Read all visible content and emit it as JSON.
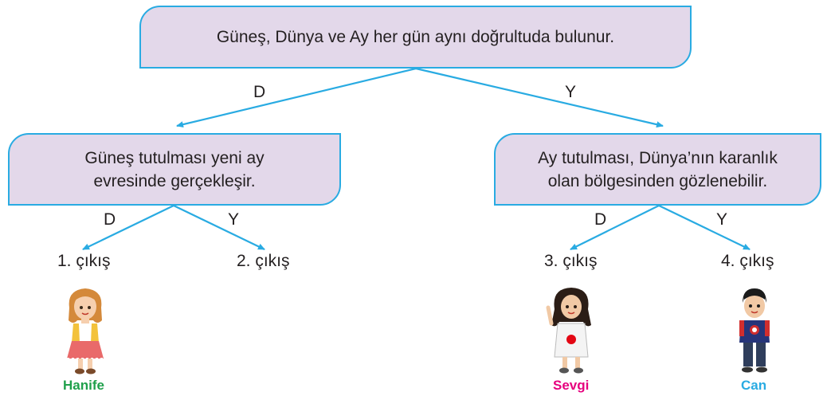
{
  "root": {
    "text": "Güneş, Dünya ve Ay her gün aynı doğrultuda bulunur."
  },
  "left": {
    "branch": "D",
    "text_line1": "Güneş tutulması yeni ay",
    "text_line2": "evresinde gerçekleşir."
  },
  "right": {
    "branch": "Y",
    "text_line1": "Ay tutulması, Dünya’nın karanlık",
    "text_line2": "olan bölgesinden gözlenebilir."
  },
  "left_branches": {
    "d": "D",
    "y": "Y"
  },
  "right_branches": {
    "d": "D",
    "y": "Y"
  },
  "exits": [
    "1. çıkış",
    "2. çıkış",
    "3. çıkış",
    "4. çıkış"
  ],
  "students": [
    {
      "name": "Hanife",
      "color": "#1fa04b"
    },
    {
      "name": "Sevgi",
      "color": "#e6007e"
    },
    {
      "name": "Can",
      "color": "#29abe2"
    }
  ],
  "colors": {
    "box_fill": "#e3d8ea",
    "line": "#29abe2"
  }
}
